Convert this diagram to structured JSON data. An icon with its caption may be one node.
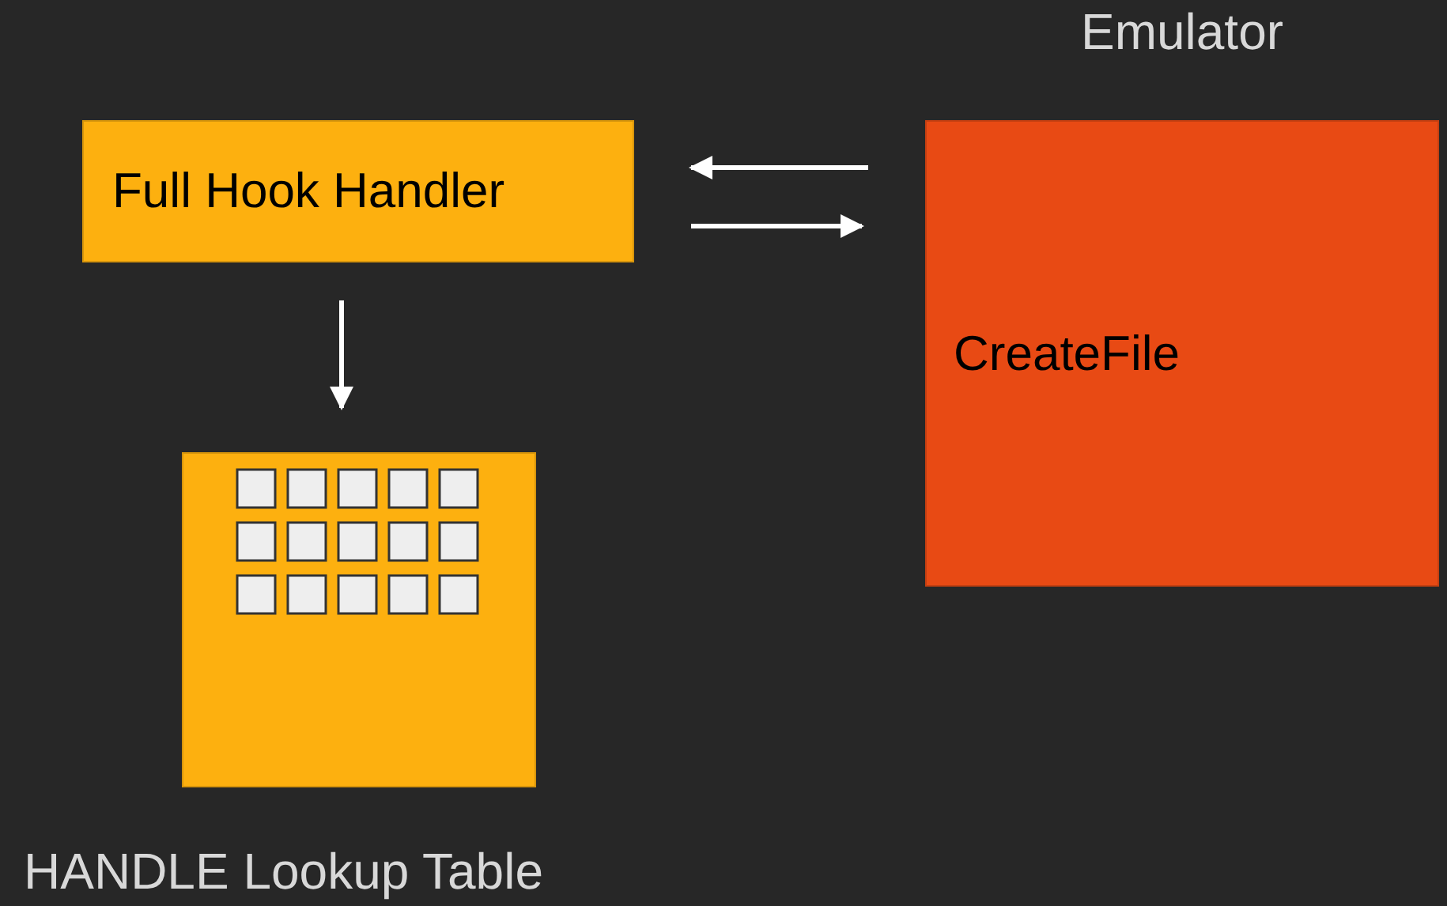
{
  "diagram": {
    "nodes": [
      {
        "text": [
          "Full Hook Handler"
        ]
      },
      {
        "text": [
          "Emulator",
          "CreateFile"
        ]
      },
      {
        "text": [
          "HANDLE Lookup Table"
        ]
      }
    ],
    "edges": [
      {
        "from": 1,
        "to": 0,
        "arrow": "to"
      },
      {
        "from": 0,
        "to": 1,
        "arrow": "to"
      },
      {
        "from": 0,
        "to": 2,
        "arrow": "to"
      }
    ]
  }
}
